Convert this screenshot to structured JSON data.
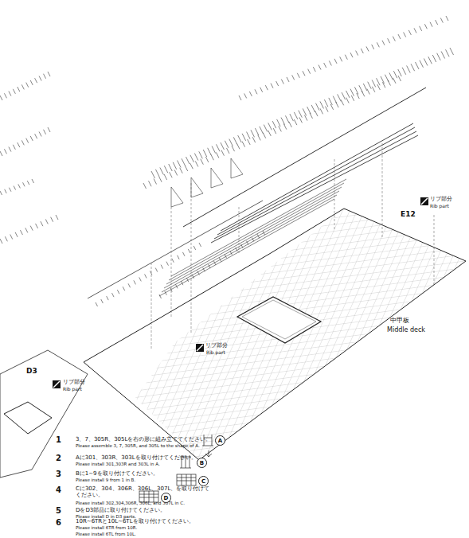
{
  "diagram": {
    "nodes": [
      {
        "text": [
          "A"
        ]
      },
      {
        "text": [
          "B"
        ]
      },
      {
        "text": [
          "C"
        ]
      },
      {
        "text": [
          "D"
        ]
      }
    ],
    "labels": [
      "リブ部分",
      "Rib part",
      "E12",
      "中甲板",
      "Middle deck",
      "リブ部分",
      "Rib part",
      "D3",
      "リブ部分",
      "Rib part",
      "1",
      "3、7、305R、305Lを右の形に組み立ててください。",
      "Please assemble 3, 7, 305R, and 305L to the shape of A.",
      "2",
      "Aに301、303R、303Lを取り付けてください。",
      "Please install 301,303R and 303L in A.",
      "3",
      "Bに1~9を取り付けてください。",
      "Please install 9 from 1 in B.",
      "4",
      "Cに302、304、306R、306L、307L、を取り付けてください。",
      "Please install 302,304,306R, 306L, and 307L in C.",
      "5",
      "DをD3部品に取り付けてください。",
      "Please install D in D3 parts.",
      "6",
      "10R~6TRと10L~6TLを取り付けてください。",
      "Please install 6TR from 10R.",
      "Please install 6TL from 10L."
    ]
  }
}
